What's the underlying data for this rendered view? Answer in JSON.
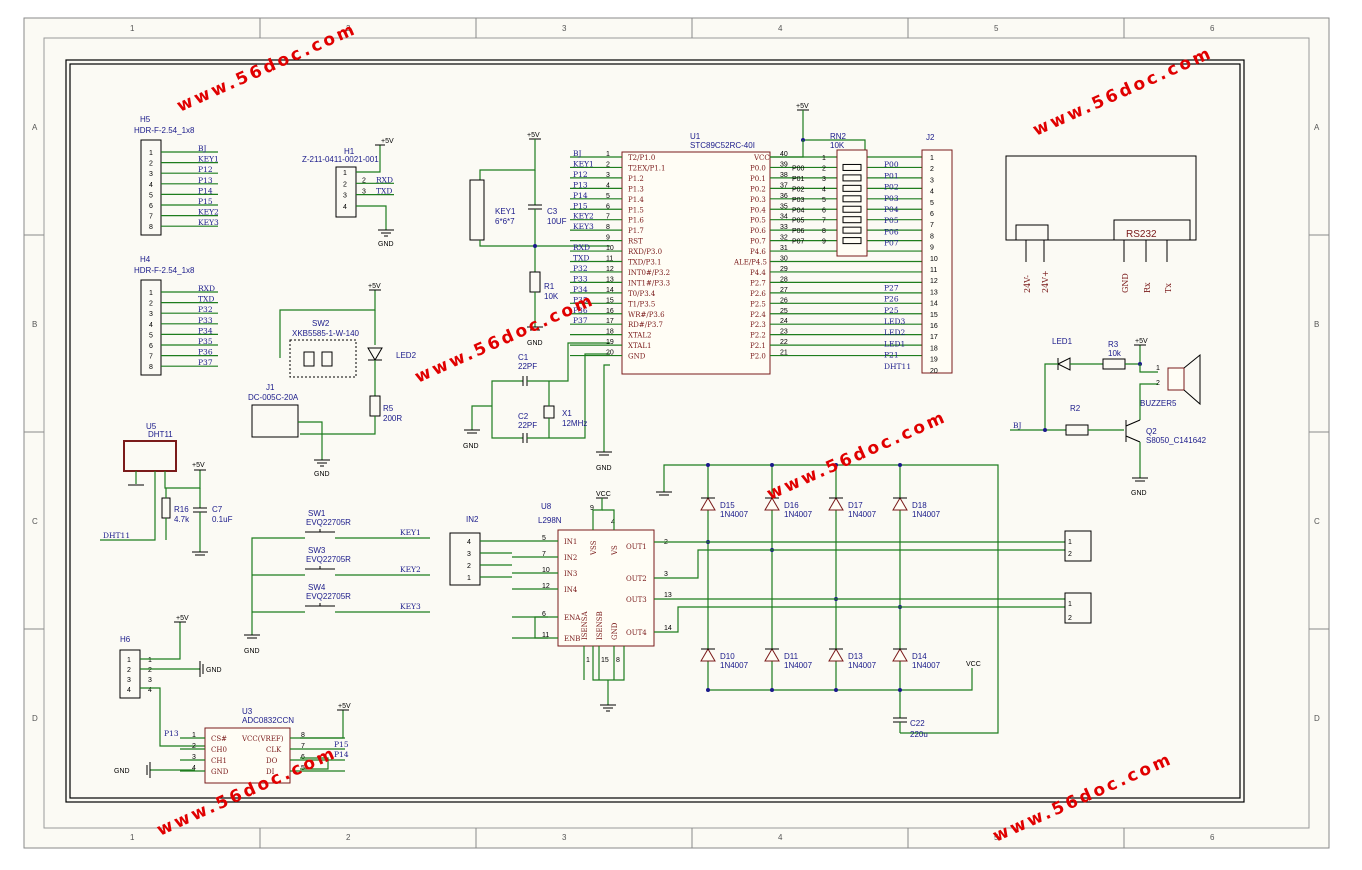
{
  "grid": {
    "cols": [
      "1",
      "2",
      "3",
      "4",
      "5",
      "6"
    ],
    "rows": [
      "A",
      "B",
      "C",
      "D"
    ]
  },
  "watermark": "www.56doc.com",
  "components": {
    "h5": {
      "ref": "H5",
      "value": "HDR-F-2.54_1x8",
      "pins": [
        "1",
        "2",
        "3",
        "4",
        "5",
        "6",
        "7",
        "8"
      ],
      "nets": [
        "BJ",
        "KEY1",
        "P12",
        "P13",
        "P14",
        "P15",
        "KEY2",
        "KEY3"
      ]
    },
    "h4": {
      "ref": "H4",
      "value": "HDR-F-2.54_1x8",
      "pins": [
        "1",
        "2",
        "3",
        "4",
        "5",
        "6",
        "7",
        "8"
      ],
      "nets": [
        "RXD",
        "TXD",
        "P32",
        "P33",
        "P34",
        "P35",
        "P36",
        "P37"
      ]
    },
    "h1": {
      "ref": "H1",
      "value": "Z-211-0411-0021-001",
      "pins": [
        "1",
        "2",
        "3",
        "4"
      ],
      "nets": [
        "RXD",
        "TXD"
      ],
      "vcc": "+5V",
      "gnd": "GND"
    },
    "sw2": {
      "ref": "SW2",
      "value": "XKB5585-1-W-140"
    },
    "led2": {
      "ref": "LED2",
      "vcc": "+5V"
    },
    "r5": {
      "ref": "R5",
      "value": "200R"
    },
    "j1": {
      "ref": "J1",
      "value": "DC-005C-20A",
      "gnd": "GND"
    },
    "u5": {
      "ref": "U5",
      "value": "DHT11",
      "vcc": "+5V",
      "net": "DHT11"
    },
    "r16": {
      "ref": "R16",
      "value": "4.7k"
    },
    "c7": {
      "ref": "C7",
      "value": "0.1uF"
    },
    "sw1": {
      "ref": "SW1",
      "value": "EVQ22705R",
      "net": "KEY1"
    },
    "sw3": {
      "ref": "SW3",
      "value": "EVQ22705R",
      "net": "KEY2"
    },
    "sw4": {
      "ref": "SW4",
      "value": "EVQ22705R",
      "net": "KEY3"
    },
    "h6": {
      "ref": "H6",
      "pins": [
        "1",
        "2",
        "3",
        "4"
      ],
      "vcc": "+5V",
      "gnd": "GND"
    },
    "u3": {
      "ref": "U3",
      "value": "ADC0832CCN",
      "left_pins": [
        "CS#",
        "CH0",
        "CH1",
        "GND"
      ],
      "left_nums": [
        "1",
        "2",
        "3",
        "4"
      ],
      "right_pins": [
        "VCC(VREF)",
        "CLK",
        "DO",
        "DI"
      ],
      "right_nums": [
        "8",
        "7",
        "6",
        "5"
      ],
      "nets_left": [
        "P13"
      ],
      "nets_right": [
        "P15",
        "P14"
      ],
      "gnd": "GND",
      "vcc": "+5V"
    },
    "key1": {
      "ref": "KEY1",
      "value": "6*6*7",
      "vcc": "+5V"
    },
    "c3": {
      "ref": "C3",
      "value": "10UF"
    },
    "r1": {
      "ref": "R1",
      "value": "10K"
    },
    "c1": {
      "ref": "C1",
      "value": "22PF"
    },
    "c2": {
      "ref": "C2",
      "value": "22PF"
    },
    "x1": {
      "ref": "X1",
      "value": "12MHz"
    },
    "u1": {
      "ref": "U1",
      "value": "STC89C52RC-40I",
      "left_nets": [
        "BJ",
        "KEY1",
        "P12",
        "P13",
        "P14",
        "P15",
        "KEY2",
        "KEY3",
        "",
        "RXD",
        "TXD",
        "P32",
        "P33",
        "P34",
        "P35",
        "P36",
        "P37",
        "",
        "",
        ""
      ],
      "left_pins": [
        "T2/P1.0",
        "T2EX/P1.1",
        "P1.2",
        "P1.3",
        "P1.4",
        "P1.5",
        "P1.6",
        "P1.7",
        "RST",
        "RXD/P3.0",
        "TXD/P3.1",
        "INT0#/P3.2",
        "INT1#/P3.3",
        "T0/P3.4",
        "T1/P3.5",
        "WR#/P3.6",
        "RD#/P3.7",
        "XTAL2",
        "XTAL1",
        "GND"
      ],
      "left_nums": [
        "1",
        "2",
        "3",
        "4",
        "5",
        "6",
        "7",
        "8",
        "9",
        "10",
        "11",
        "12",
        "13",
        "14",
        "15",
        "16",
        "17",
        "18",
        "19",
        "20"
      ],
      "right_pins": [
        "VCC",
        "P0.0",
        "P0.1",
        "P0.2",
        "P0.3",
        "P0.4",
        "P0.5",
        "P0.6",
        "P0.7",
        "P4.6",
        "ALE/P4.5",
        "P4.4",
        "P2.7",
        "P2.6",
        "P2.5",
        "P2.4",
        "P2.3",
        "P2.2",
        "P2.1",
        "P2.0"
      ],
      "right_nums": [
        "40",
        "39",
        "38",
        "37",
        "36",
        "35",
        "34",
        "33",
        "32",
        "31",
        "30",
        "29",
        "28",
        "27",
        "26",
        "25",
        "24",
        "23",
        "22",
        "21"
      ],
      "right_inner": [
        "",
        "P00",
        "P01",
        "P02",
        "P03",
        "P04",
        "P05",
        "P06",
        "P07",
        "",
        "",
        "",
        "",
        "",
        "",
        "",
        "",
        "",
        "",
        ""
      ]
    },
    "rn2": {
      "ref": "RN2",
      "value": "10K",
      "vcc": "+5V",
      "pins": [
        "1",
        "2",
        "3",
        "4",
        "5",
        "6",
        "7",
        "8",
        "9"
      ]
    },
    "j2": {
      "ref": "J2",
      "pins": [
        "1",
        "2",
        "3",
        "4",
        "5",
        "6",
        "7",
        "8",
        "9",
        "10",
        "11",
        "12",
        "13",
        "14",
        "15",
        "16",
        "17",
        "18",
        "19",
        "20"
      ],
      "nets": [
        "",
        "P00",
        "P01",
        "P02",
        "P03",
        "P04",
        "P05",
        "P06",
        "P07",
        "",
        "",
        "",
        "P27",
        "P26",
        "P25",
        "LED3",
        "LED2",
        "LED1",
        "P21",
        "DHT11"
      ]
    },
    "rs232": {
      "label": "RS232",
      "pins": [
        "24V-",
        "24V+",
        "GND",
        "Rx",
        "Tx"
      ]
    },
    "led1": {
      "ref": "LED1"
    },
    "r3": {
      "ref": "R3",
      "value": "10k",
      "vcc": "+5V"
    },
    "buzzer": {
      "ref": "BUZZER5",
      "pins": [
        "1",
        "2"
      ]
    },
    "r2": {
      "ref": "R2",
      "net": "BJ"
    },
    "q2": {
      "ref": "Q2",
      "value": "S8050_C141642",
      "gnd": "GND"
    },
    "in2": {
      "ref": "IN2",
      "pins": [
        "4",
        "3",
        "2",
        "1"
      ]
    },
    "u8": {
      "ref": "U8",
      "value": "L298N",
      "vcc": "VCC",
      "left_pins": [
        "IN1",
        "IN2",
        "IN3",
        "IN4",
        "ENA",
        "ENB"
      ],
      "left_nums": [
        "5",
        "7",
        "10",
        "12",
        "6",
        "11"
      ],
      "right_pins": [
        "OUT1",
        "OUT2",
        "OUT3",
        "OUT4"
      ],
      "right_nums": [
        "2",
        "3",
        "13",
        "14"
      ],
      "top": [
        "VSS",
        "VS"
      ],
      "top_nums": [
        "9",
        "4"
      ],
      "bottom": [
        "ISENSA",
        "ISENSB",
        "GND"
      ],
      "bottom_nums": [
        "1",
        "15",
        "8"
      ]
    },
    "diodes_top": [
      {
        "ref": "D15",
        "value": "1N4007"
      },
      {
        "ref": "D16",
        "value": "1N4007"
      },
      {
        "ref": "D17",
        "value": "1N4007"
      },
      {
        "ref": "D18",
        "value": "1N4007"
      }
    ],
    "diodes_bottom": [
      {
        "ref": "D10",
        "value": "1N4007"
      },
      {
        "ref": "D11",
        "value": "1N4007"
      },
      {
        "ref": "D13",
        "value": "1N4007"
      },
      {
        "ref": "D14",
        "value": "1N4007"
      }
    ],
    "c22": {
      "ref": "C22",
      "value": "220u",
      "vcc": "VCC"
    },
    "motor_conn_pins": [
      "1",
      "2"
    ]
  }
}
